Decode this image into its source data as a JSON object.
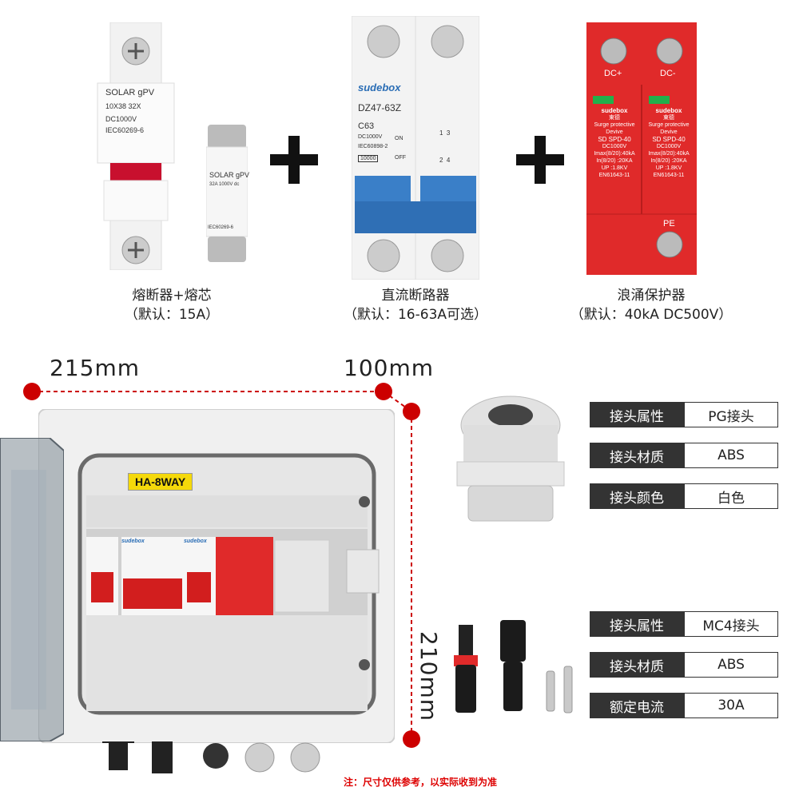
{
  "products": [
    {
      "name": "熔断器+熔芯",
      "default": "（默认：15A）"
    },
    {
      "name": "直流断路器",
      "default": "（默认：16-63A可选）"
    },
    {
      "name": "浪涌保护器",
      "default": "（默认：40kA DC500V）"
    }
  ],
  "fuse_holder": {
    "l1": "SOLAR gPV",
    "l2": "10X38 32X",
    "l3": "DC1000V",
    "l4": "IEC60269-6"
  },
  "fuse": {
    "l1": "SOLAR gPV",
    "l2": "32A 1000V dc",
    "l3": "IEC60269-6"
  },
  "breaker": {
    "brand": "sudebox",
    "model": "DZ47-63Z",
    "rating": "C63",
    "volt": "DC1000V",
    "std": "IEC60898-2",
    "cap": "10000",
    "on": "ON",
    "off": "OFF",
    "pins_top": "1  3",
    "pins_bot": "2  4"
  },
  "spd": {
    "dcp": "DC+",
    "dcm": "DC-",
    "brand": "sudebox",
    "cn": "東德",
    "type": "Surge protective Devive",
    "model": "SD SPD-40",
    "volt": "DC1000V",
    "imax": "Imax(8/20):40kA",
    "in": "In(8/20) :20KA",
    "up": "UP       :1.8KV",
    "std": "EN61643-11",
    "pe": "PE"
  },
  "dimensions": {
    "width": "215mm",
    "depth": "100mm",
    "height": "210mm"
  },
  "box_label": "HA-8WAY",
  "inner_brand": "sudebox",
  "specs_pg": [
    {
      "key": "接头属性",
      "value": "PG接头"
    },
    {
      "key": "接头材质",
      "value": "ABS"
    },
    {
      "key": "接头颜色",
      "value": "白色"
    }
  ],
  "specs_mc4": [
    {
      "key": "接头属性",
      "value": "MC4接头"
    },
    {
      "key": "接头材质",
      "value": "ABS"
    },
    {
      "key": "额定电流",
      "value": "30A"
    }
  ],
  "note": "注：尺寸仅供参考，以实际收到为准",
  "colors": {
    "accent_red": "#cc0000",
    "spd_red": "#e02a2a",
    "breaker_blue": "#3a7fc8",
    "label_yellow": "#f5d90a"
  }
}
